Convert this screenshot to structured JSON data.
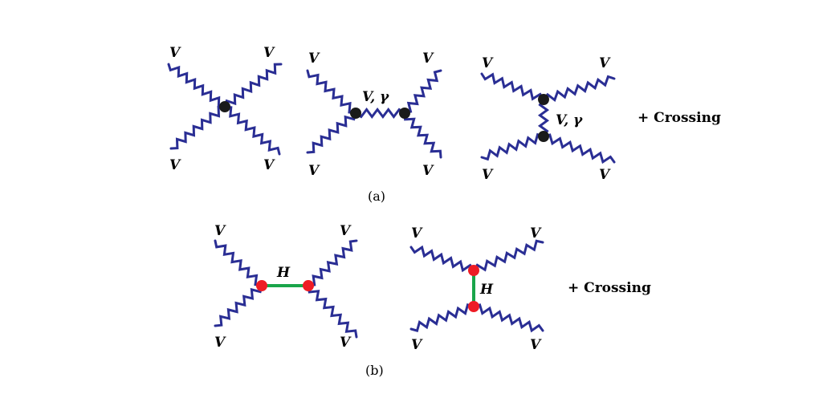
{
  "colors": {
    "boson_line": "#2a2e94",
    "higgs_line": "#19a54a",
    "vertex_a": "#1a1a1a",
    "vertex_b": "#ee1c25"
  },
  "labels": {
    "v": "V",
    "h": "H",
    "v_gamma_v": "V",
    "v_gamma_rest": ", γ",
    "crossing": "+ Crossing",
    "caption_a": "(a)",
    "caption_b": "(b)"
  }
}
